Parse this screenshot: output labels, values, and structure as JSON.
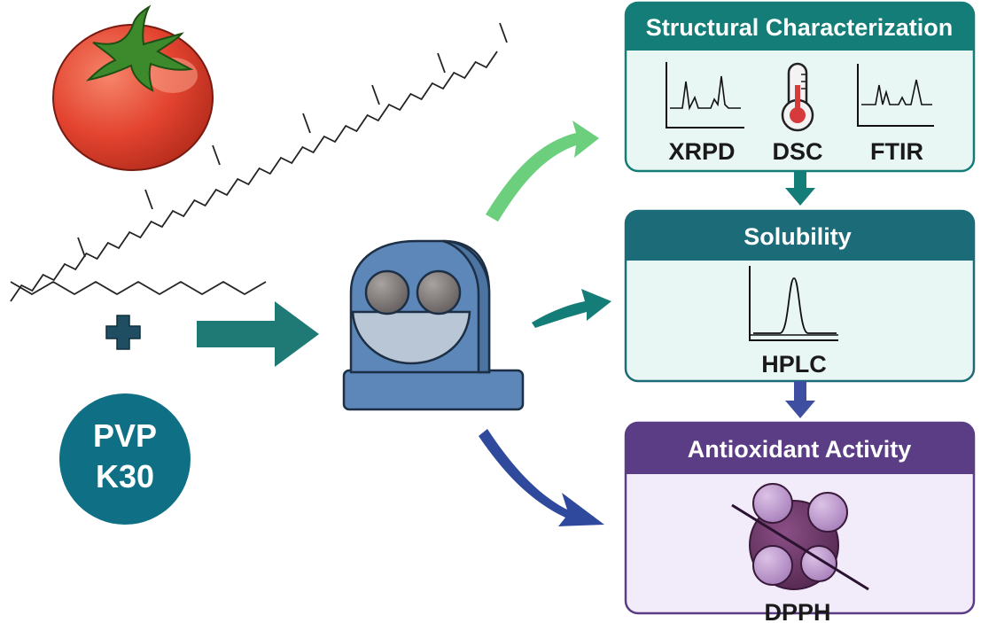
{
  "colors": {
    "teal_dark": "#157d77",
    "teal_panel": "#1c6b78",
    "panel_fill": "#e8f6f4",
    "purple_head": "#5b3d85",
    "purple_fill": "#f2ecfa",
    "green_arrow": "#6ccf7d",
    "navy_arrow": "#2f4a9c",
    "pvp_circle": "#0f6f84",
    "tomato": "#e34430",
    "mill_blue": "#5c87b8"
  },
  "inputs": {
    "plus_symbol": "+",
    "pvp_line1": "PVP",
    "pvp_line2": "K30",
    "tomato_icon": "tomato-icon",
    "molecule_icon": "lycopene-structure-icon"
  },
  "mill": {
    "icon": "ball-mill-icon"
  },
  "panels": {
    "structural": {
      "title": "Structural Characterization",
      "methods": [
        {
          "label": "XRPD",
          "icon": "xrpd-pattern-icon"
        },
        {
          "label": "DSC",
          "icon": "thermometer-icon"
        },
        {
          "label": "FTIR",
          "icon": "ftir-spectrum-icon"
        }
      ]
    },
    "solubility": {
      "title": "Solubility",
      "method": "HPLC",
      "icon": "hplc-chromatogram-icon"
    },
    "antioxidant": {
      "title": "Antioxidant Activity",
      "method": "DPPH",
      "icon": "dpph-radical-icon"
    }
  }
}
